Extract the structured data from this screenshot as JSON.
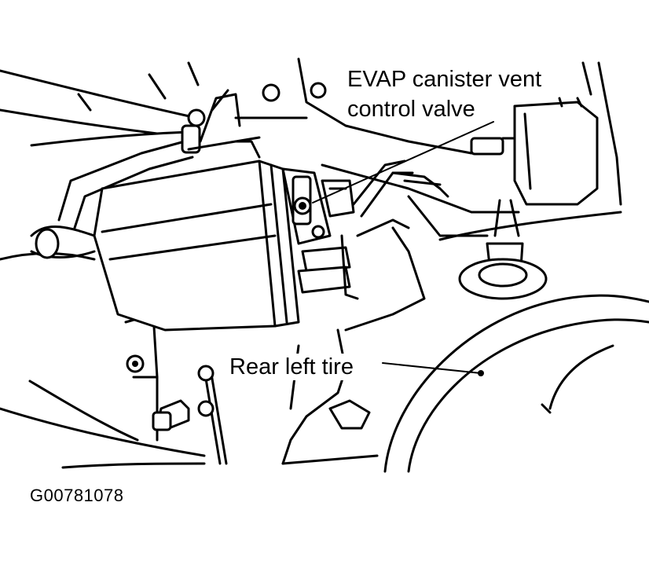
{
  "labels": {
    "evap_line1": "EVAP canister vent",
    "evap_line2": "control valve",
    "tire": "Rear left tire"
  },
  "figure_id": "G00781078",
  "colors": {
    "ink": "#000000",
    "paper": "#ffffff"
  }
}
